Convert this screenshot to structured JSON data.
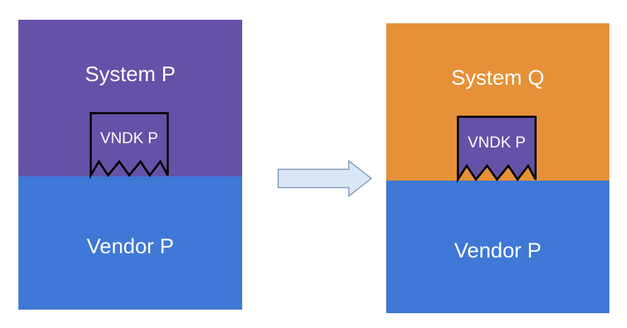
{
  "colors": {
    "system_p": "#6651a8",
    "system_q": "#e69138",
    "vendor": "#3f78d6",
    "vndk_fill": "#6651a8",
    "outline": "#000000",
    "arrow_fill": "#d9e6f5",
    "arrow_stroke": "#7a97b8"
  },
  "left": {
    "system_label": "System P",
    "vndk_label": "VNDK P",
    "vendor_label": "Vendor P"
  },
  "right": {
    "system_label": "System Q",
    "vndk_label": "VNDK P",
    "vendor_label": "Vendor P"
  },
  "arrow": {
    "icon": "right-arrow-icon"
  }
}
